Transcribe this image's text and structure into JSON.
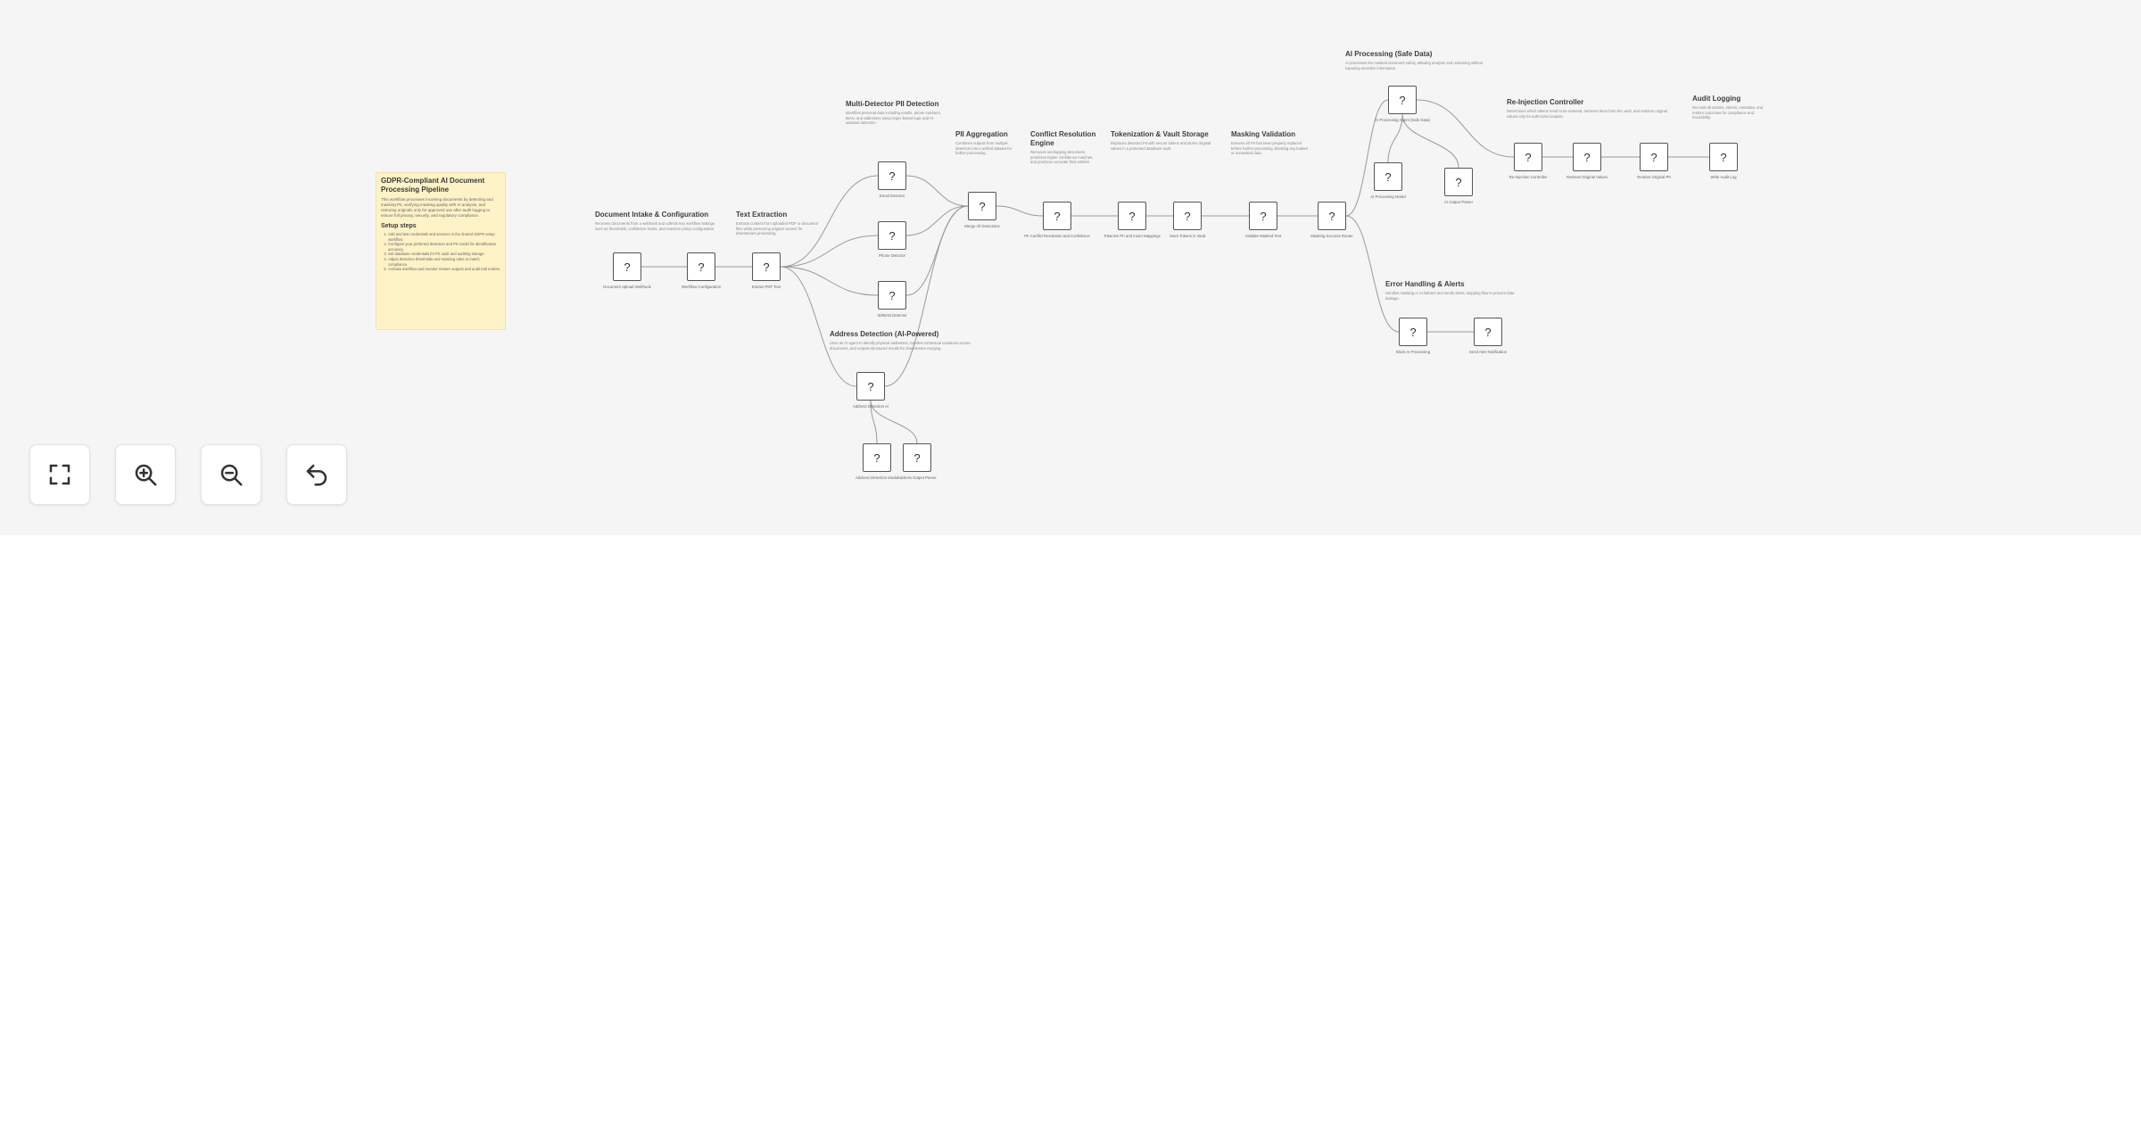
{
  "sticky": {
    "title": "GDPR-Compliant AI Document Processing Pipeline",
    "description": "This workflow processes incoming documents by detecting and masking PII, verifying masking quality with AI analysis, and restoring originals only for approved use after audit logging to ensure full privacy, security, and regulatory compliance.",
    "setup_title": "Setup steps",
    "steps": [
      "Add and test credentials and services in the shared GDPR setup workflow.",
      "Configure your preferred detection and PII model for identification accuracy.",
      "Set database credentials for PII vault and auditing storage.",
      "Adjust detection thresholds and masking rules to match compliance.",
      "Activate workflow and monitor restore outputs and audit trail entries."
    ]
  },
  "groups": [
    {
      "id": "intake",
      "title": "Document Intake & Configuration",
      "desc": "Receives documents from a webhook and collects key workflow settings such as thresholds, confidence levels, and retention policy configuration."
    },
    {
      "id": "extract",
      "title": "Text Extraction",
      "desc": "Extracts content from uploaded PDF or document files while preserving original content for downstream processing."
    },
    {
      "id": "multi",
      "title": "Multi-Detector PII Detection",
      "desc": "Identifies personal data including emails, phone numbers, IBAN, and addresses using regex-based logic and AI-assisted detection."
    },
    {
      "id": "agg",
      "title": "PII Aggregation",
      "desc": "Combines outputs from multiple detectors into a unified dataset for further processing."
    },
    {
      "id": "conflict",
      "title": "Conflict Resolution Engine",
      "desc": "Removes overlapping detections, prioritizes higher confidence matches, and produces accurate final entities."
    },
    {
      "id": "token",
      "title": "Tokenization & Vault Storage",
      "desc": "Replaces detected PII with secure tokens and stores original values in a protected database vault."
    },
    {
      "id": "maskval",
      "title": "Masking Validation",
      "desc": "Ensures all PII has been properly replaced before further processing, blocking any leaked or unmasked data."
    },
    {
      "id": "ai",
      "title": "AI Processing (Safe Data)",
      "desc": "AI processes the masked document safely, allowing analysis and reasoning without exposing sensitive information."
    },
    {
      "id": "reinj",
      "title": "Re-Injection Controller",
      "desc": "Determines which tokens need to be restored, retrieves them from the vault, and restores original values only for authorized outputs."
    },
    {
      "id": "audit",
      "title": "Audit Logging",
      "desc": "Records all actions, tokens, metadata, and restore outcomes for compliance and traceability."
    },
    {
      "id": "err",
      "title": "Error Handling & Alerts",
      "desc": "Handles masking or AI failures and sends alerts, stopping flow to prevent data leakage."
    },
    {
      "id": "addr",
      "title": "Address Detection (AI-Powered)",
      "desc": "Uses an AI agent to identify physical addresses, handles contextual variations across documents, and outputs structured results for downstream merging."
    }
  ],
  "nodes": [
    {
      "id": "n_upload",
      "label": "Document Upload Webhook"
    },
    {
      "id": "n_workflow",
      "label": "Workflow Configuration"
    },
    {
      "id": "n_extract",
      "label": "Extract PDF Text"
    },
    {
      "id": "n_email",
      "label": "Email Detector"
    },
    {
      "id": "n_phone",
      "label": "Phone Detector"
    },
    {
      "id": "n_iban",
      "label": "ID/IBAN Detector"
    },
    {
      "id": "n_merge",
      "label": "Merge All Detections"
    },
    {
      "id": "n_conflict",
      "label": "PII Conflict Resolution and Confidence"
    },
    {
      "id": "n_token",
      "label": "Tokenize PII and Insert Mappings"
    },
    {
      "id": "n_vault",
      "label": "Store Tokens in Vault"
    },
    {
      "id": "n_validate",
      "label": "Validate Masked Text"
    },
    {
      "id": "n_route",
      "label": "Masking Success Router"
    },
    {
      "id": "n_aiagent",
      "label": "AI Processing Agent (Safe Data)"
    },
    {
      "id": "n_aimodel",
      "label": "AI Processing Model"
    },
    {
      "id": "n_parser",
      "label": "AI Output Parser"
    },
    {
      "id": "n_determine",
      "label": "Re-Injection Controller"
    },
    {
      "id": "n_retrieve",
      "label": "Retrieve Original Values"
    },
    {
      "id": "n_restore",
      "label": "Restore Original PII"
    },
    {
      "id": "n_auditlog",
      "label": "Write Audit Log"
    },
    {
      "id": "n_errblock",
      "label": "Block AI Processing"
    },
    {
      "id": "n_alert",
      "label": "Send Alert Notification"
    },
    {
      "id": "n_addragent",
      "label": "Address Detection AI"
    },
    {
      "id": "n_addrmodel",
      "label": "Address Detection Model"
    },
    {
      "id": "n_addrparser",
      "label": "Address Output Parser"
    }
  ],
  "node_glyph": "?",
  "controls": [
    {
      "id": "fit",
      "icon": "fit-view-icon"
    },
    {
      "id": "zoomin",
      "icon": "zoom-in-icon"
    },
    {
      "id": "zoomout",
      "icon": "zoom-out-icon"
    },
    {
      "id": "reset",
      "icon": "undo-icon"
    }
  ],
  "colors": {
    "canvas": "#f5f5f5",
    "sticky": "#fef3c7",
    "node_border": "#555555",
    "edge": "#9a9a9a"
  }
}
